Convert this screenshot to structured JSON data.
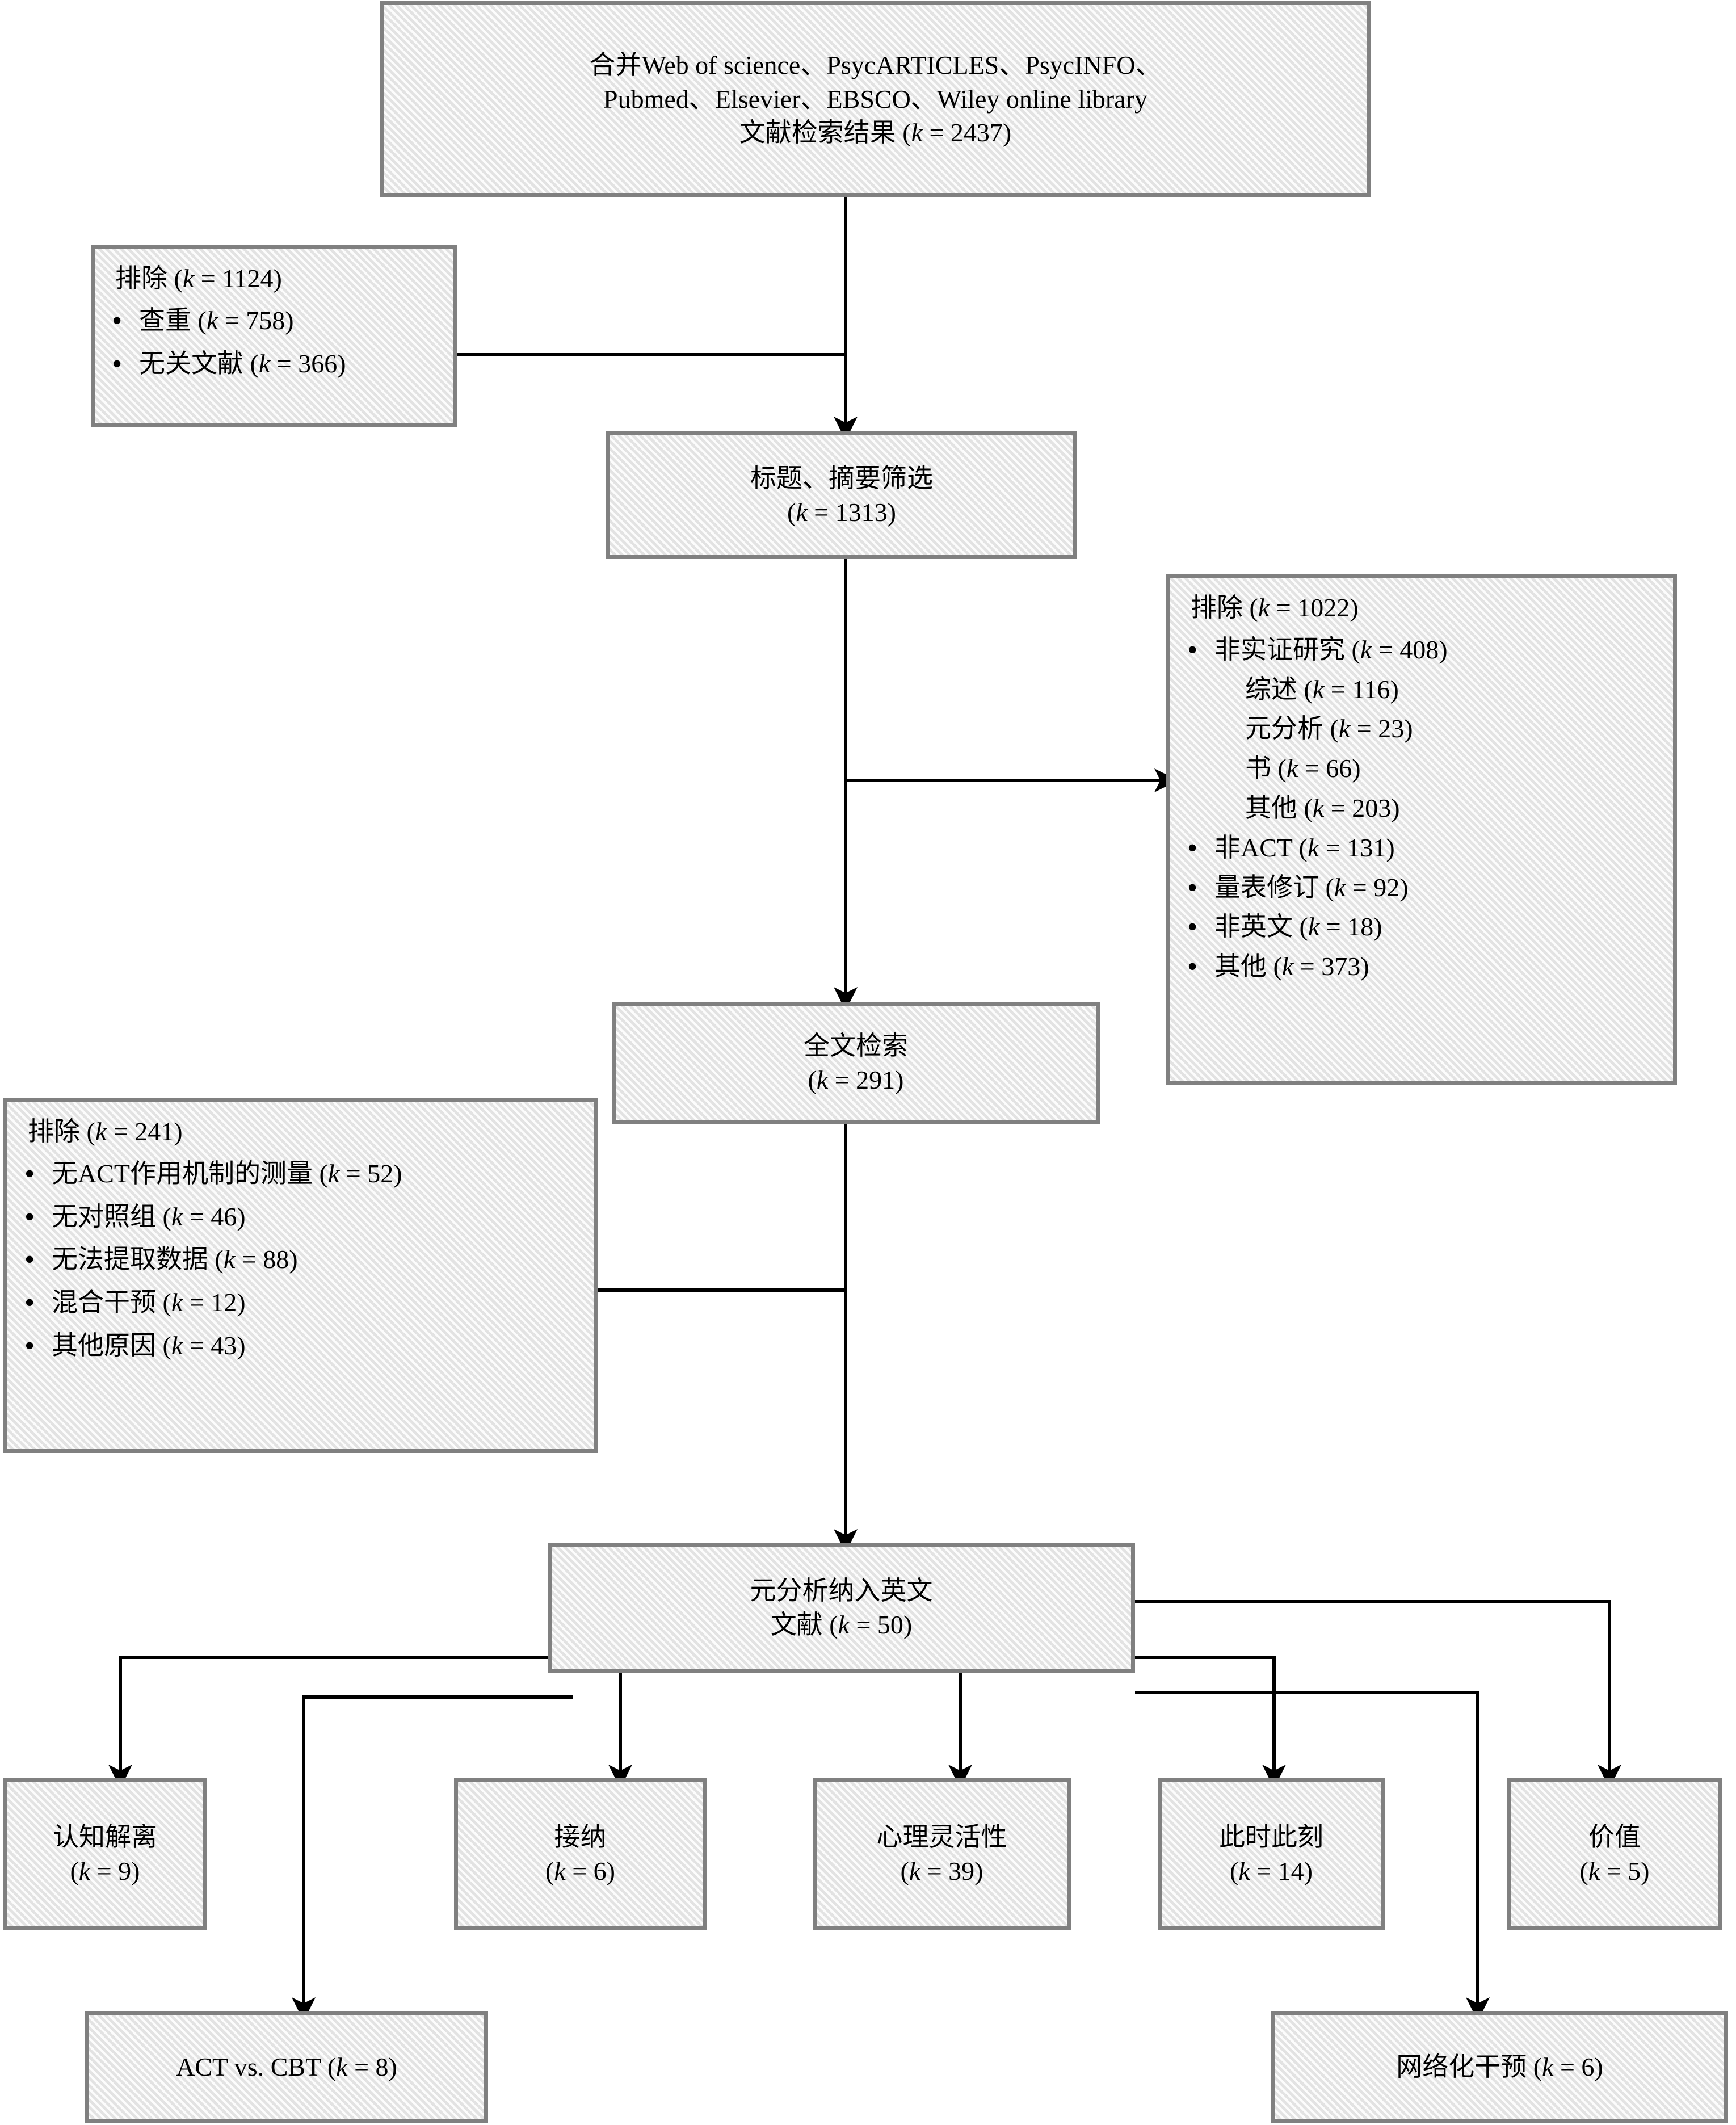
{
  "diagram": {
    "title": "PRISMA literature screening flow chart",
    "box_fill": "#ececec",
    "box_border": "#808080",
    "line_color": "#000000"
  },
  "nodes": {
    "records_identified": {
      "line1": "合并Web of science、PsycARTICLES、PsycINFO、",
      "line2": "Pubmed、Elsevier、EBSCO、Wiley online library",
      "line3_text": "文献检索结果 (",
      "line3_k": "k",
      "line3_value": " = 2437)"
    },
    "excluded_duplicates": {
      "heading_text": "排除 (",
      "heading_k": "k",
      "heading_value": " = 1124)",
      "items": [
        {
          "label": "查重 (",
          "k": "k",
          "value": " = 758)"
        },
        {
          "label": "无关文献 (",
          "k": "k",
          "value": " = 366)"
        }
      ]
    },
    "title_abstract_screening": {
      "line1": "标题、摘要筛选",
      "line2_prefix": "(",
      "line2_k": "k",
      "line2_value": " = 1313)"
    },
    "excluded_fulltext_screen": {
      "heading_text": "排除 (",
      "heading_k": "k",
      "heading_value": " = 1022)",
      "items": [
        {
          "bullet": true,
          "label": "非实证研究 (",
          "k": "k",
          "value": " = 408)"
        },
        {
          "bullet": false,
          "label": "综述 (",
          "k": "k",
          "value": " = 116)"
        },
        {
          "bullet": false,
          "label": "元分析 (",
          "k": "k",
          "value": " = 23)"
        },
        {
          "bullet": false,
          "label": "书 (",
          "k": "k",
          "value": " = 66)"
        },
        {
          "bullet": false,
          "label": "其他 (",
          "k": "k",
          "value": " = 203)"
        },
        {
          "bullet": true,
          "label": "非ACT (",
          "k": "k",
          "value": " = 131)"
        },
        {
          "bullet": true,
          "label": "量表修订 (",
          "k": "k",
          "value": " = 92)"
        },
        {
          "bullet": true,
          "label": "非英文 (",
          "k": "k",
          "value": " = 18)"
        },
        {
          "bullet": true,
          "label": "其他 (",
          "k": "k",
          "value": " = 373)"
        }
      ]
    },
    "fulltext_retrieval": {
      "line1": "全文检索",
      "line2_prefix": "(",
      "line2_k": "k",
      "line2_value": " = 291)"
    },
    "excluded_eligibility": {
      "heading_text": "排除 (",
      "heading_k": "k",
      "heading_value": " = 241)",
      "items": [
        {
          "label": "无ACT作用机制的测量 (",
          "k": "k",
          "value": " = 52)"
        },
        {
          "label": "无对照组 (",
          "k": "k",
          "value": " = 46)"
        },
        {
          "label": "无法提取数据 (",
          "k": "k",
          "value": " = 88)"
        },
        {
          "label": "混合干预 (",
          "k": "k",
          "value": " = 12)"
        },
        {
          "label": "其他原因 (",
          "k": "k",
          "value": " = 43)"
        }
      ]
    },
    "included_studies": {
      "line1": "元分析纳入英文",
      "line2_prefix": "文献 (",
      "line2_k": "k",
      "line2_value": " = 50)"
    },
    "outcomes": [
      {
        "name": "cognitive-defusion",
        "line1": "认知解离",
        "prefix": "(",
        "k": "k",
        "value": " = 9)"
      },
      {
        "name": "acceptance",
        "line1": "接纳",
        "prefix": "(",
        "k": "k",
        "value": " = 6)"
      },
      {
        "name": "psychological-flexibility",
        "line1": "心理灵活性",
        "prefix": "(",
        "k": "k",
        "value": " = 39)"
      },
      {
        "name": "present-moment",
        "line1": "此时此刻",
        "prefix": "(",
        "k": "k",
        "value": " = 14)"
      },
      {
        "name": "values",
        "line1": "价值",
        "prefix": "(",
        "k": "k",
        "value": " = 5)"
      }
    ],
    "subgroups": [
      {
        "name": "act-vs-cbt",
        "label": "ACT vs. CBT (",
        "k": "k",
        "value": " = 8)"
      },
      {
        "name": "online-intervention",
        "label": "网络化干预 (",
        "k": "k",
        "value": " = 6)"
      }
    ]
  }
}
